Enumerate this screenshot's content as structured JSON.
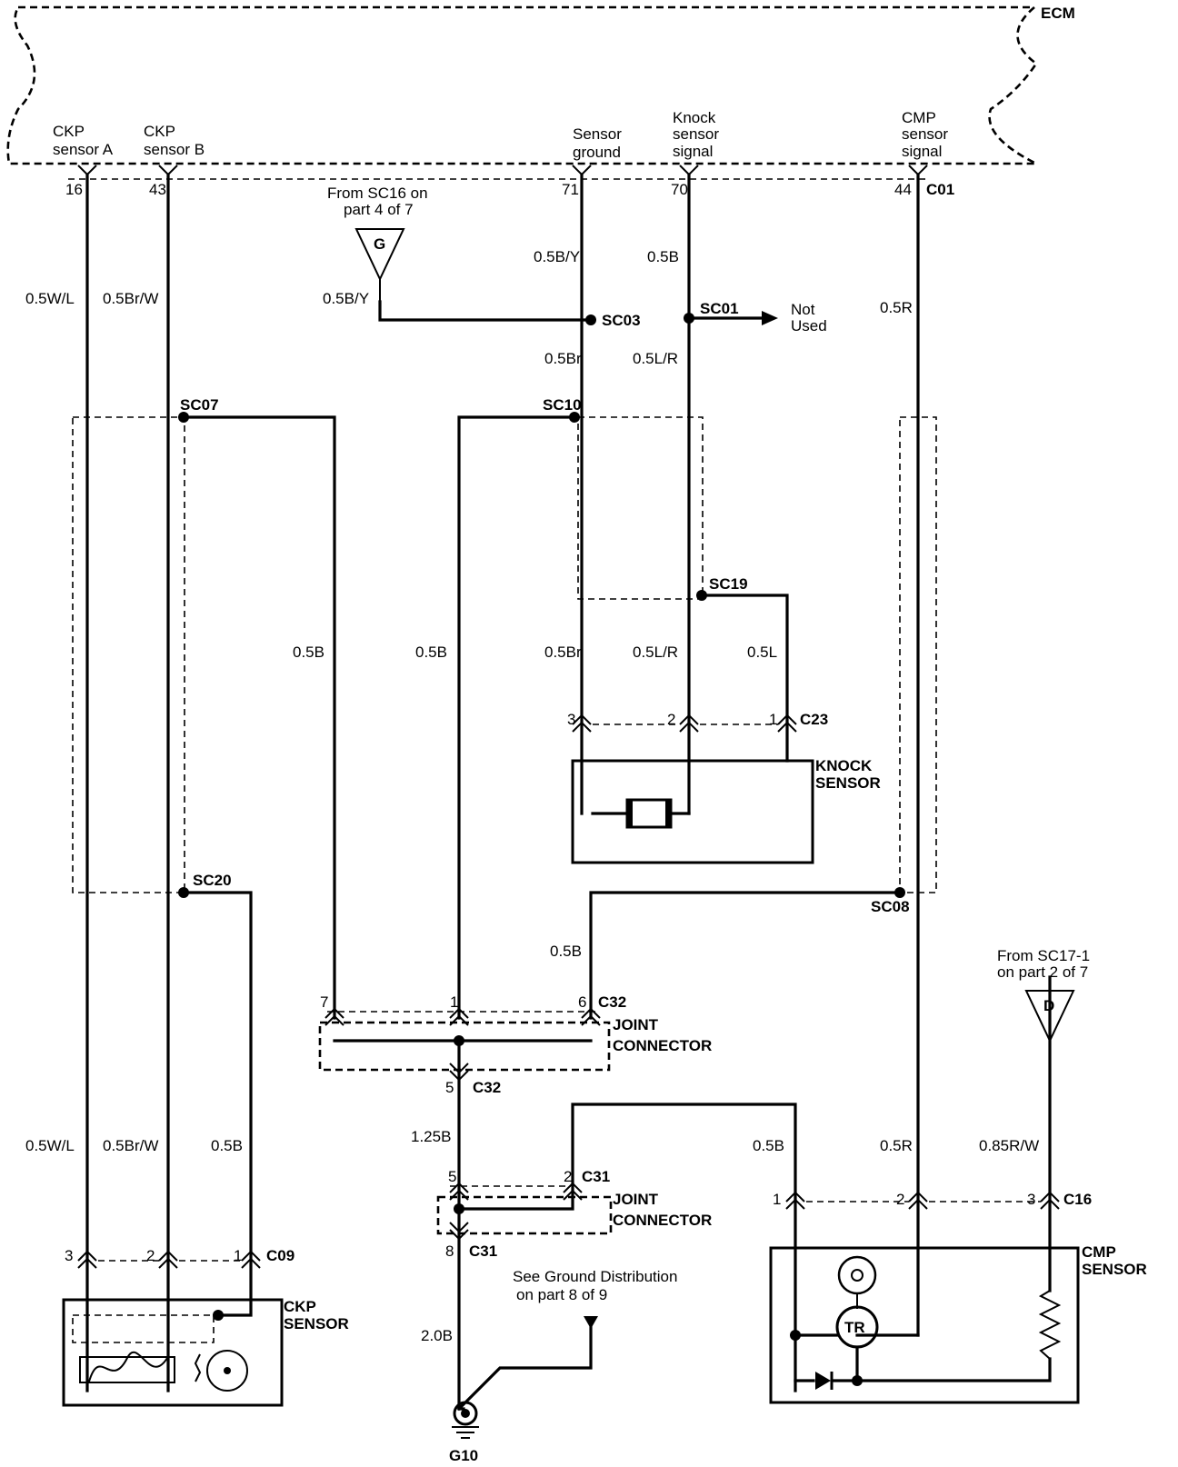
{
  "ecm": {
    "name": "ECM",
    "pins": [
      {
        "name": "CKP\nsensor A",
        "pin": "16"
      },
      {
        "name": "CKP\nsensor B",
        "pin": "43"
      },
      {
        "name": "Sensor\nground",
        "pin": "71"
      },
      {
        "name": "Knock\nsensor\nsignal",
        "pin": "70"
      },
      {
        "name": "CMP\nsensor\nsignal",
        "pin": "44",
        "connector": "C01"
      }
    ]
  },
  "wire_labels": {
    "ckp_a_top": "0.5W/L",
    "ckp_b_top": "0.5Br/W",
    "g_link": "0.5B/Y",
    "ground_top": "0.5B/Y",
    "knock_top": "0.5B",
    "cmp_top": "0.5R",
    "ground_mid": "0.5Br",
    "knock_mid": "0.5L/R",
    "sc07_drop": "0.5B",
    "sc10_drop": "0.5B",
    "knock_br": "0.5Br",
    "knock_lr": "0.5L/R",
    "knock_l": "0.5L",
    "sc08_drop": "0.5B",
    "c32_c31": "1.25B",
    "ckp_a_bottom": "0.5W/L",
    "ckp_b_bottom": "0.5Br/W",
    "ckp_shield": "0.5B",
    "cmp_shield": "0.5B",
    "cmp_signal": "0.5R",
    "cmp_power": "0.85R/W",
    "ground_g10": "2.0B"
  },
  "splices": {
    "sc03": "SC03",
    "sc01": "SC01",
    "sc07": "SC07",
    "sc10": "SC10",
    "sc19": "SC19",
    "sc20": "SC20",
    "sc08": "SC08"
  },
  "notes": {
    "not_used": "Not\nUsed",
    "from_sc16": "From SC16 on\npart 4 of 7",
    "from_sc17": "From SC17-1\non part 2 of 7",
    "ground_dist": "See Ground Distribution\non part 8 of 9"
  },
  "offpage": {
    "g": "G",
    "d": "D"
  },
  "connectors": {
    "c23": {
      "id": "C23",
      "pins": [
        "3",
        "2",
        "1"
      ]
    },
    "c32_top": {
      "id": "C32",
      "pins": [
        "7",
        "1",
        "6"
      ]
    },
    "c32_bottom": {
      "id": "C32",
      "pin": "5"
    },
    "c31_top": {
      "id": "C31",
      "pins": [
        "5",
        "2"
      ]
    },
    "c31_bottom": {
      "id": "C31",
      "pin": "8"
    },
    "c09": {
      "id": "C09",
      "pins": [
        "3",
        "2",
        "1"
      ]
    },
    "c16": {
      "id": "C16",
      "pins": [
        "1",
        "2",
        "3"
      ]
    }
  },
  "components": {
    "knock_sensor": "KNOCK\nSENSOR",
    "joint_connector": "JOINT\nCONNECTOR",
    "ckp_sensor": "CKP\nSENSOR",
    "cmp_sensor": "CMP\nSENSOR",
    "tr": "TR",
    "ground": "G10"
  }
}
